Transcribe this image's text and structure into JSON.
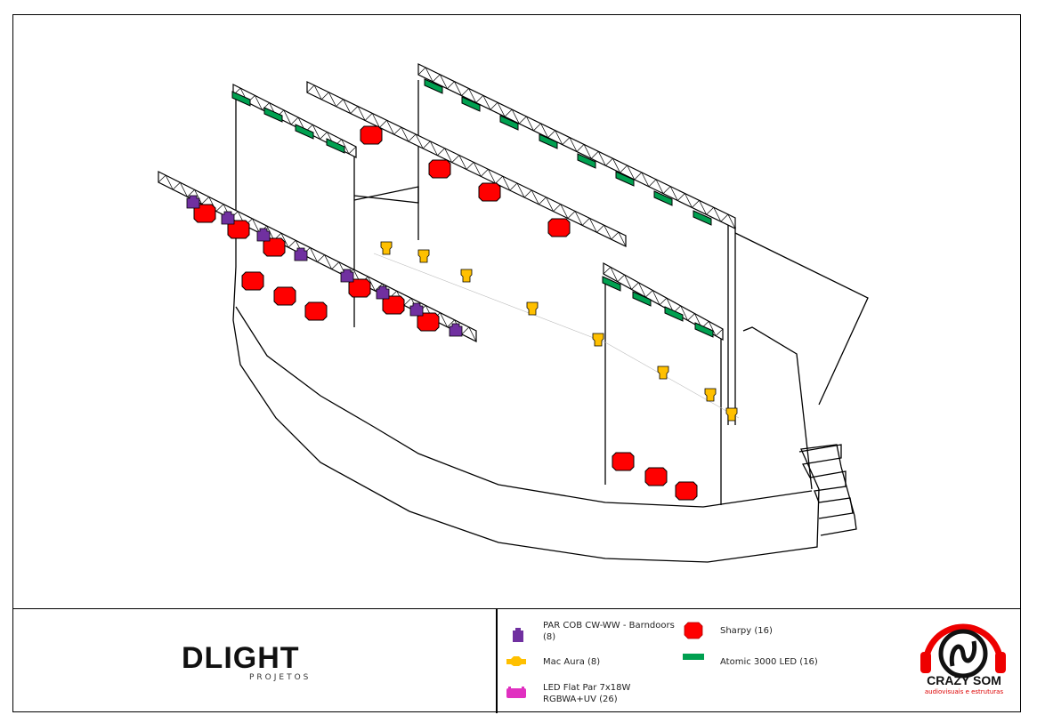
{
  "colors": {
    "par_cob": "#7030a0",
    "mac_aura": "#ffc000",
    "led_flat": "#e030c0",
    "sharpy": "#ff0000",
    "atomic": "#00a050"
  },
  "legend": [
    {
      "label": "PAR COB CW-WW - Barndoors",
      "count": "(8)",
      "icon": "par-cob-icon"
    },
    {
      "label": "Mac Aura (8)",
      "icon": "mac-aura-icon"
    },
    {
      "label": "LED Flat Par 7x18W",
      "count": "RGBWA+UV (26)",
      "icon": "led-flat-par-icon"
    },
    {
      "label": "Sharpy (16)",
      "icon": "sharpy-icon"
    },
    {
      "label": "Atomic 3000 LED (16)",
      "icon": "atomic-icon"
    }
  ],
  "logo_left": {
    "name": "DLIGHT",
    "sub": "PROJETOS"
  },
  "logo_right": {
    "name": "CRAZY SOM",
    "sub": "audiovisuais e estruturas"
  }
}
